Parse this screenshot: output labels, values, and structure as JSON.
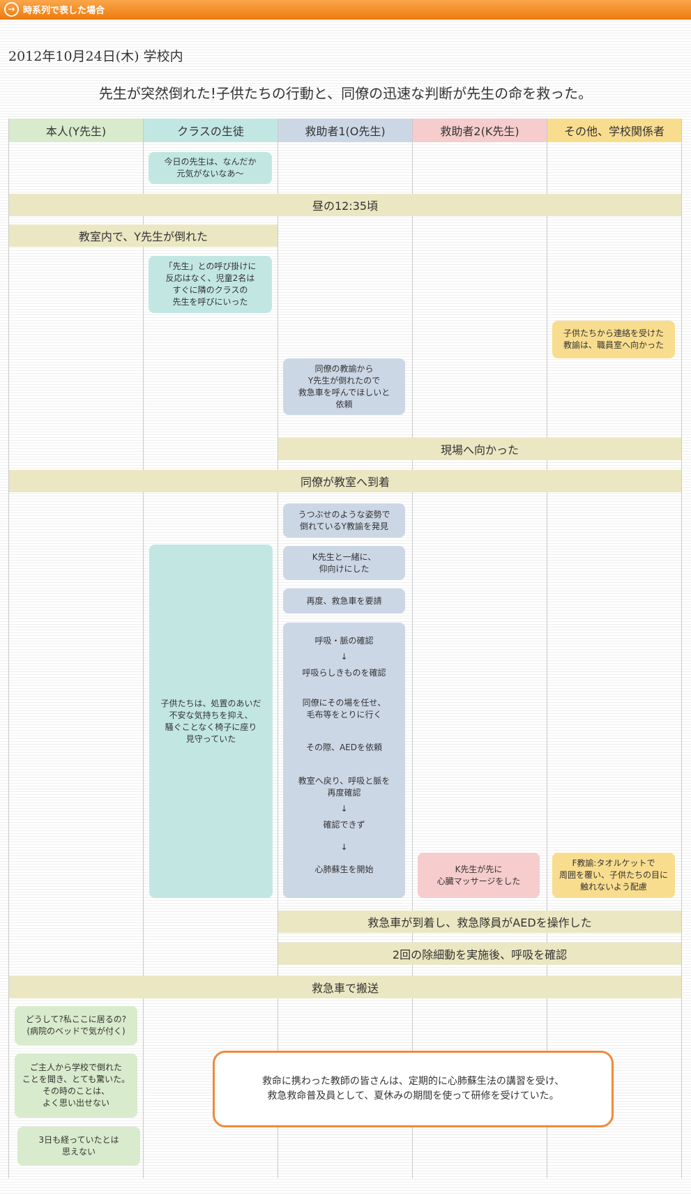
{
  "header": {
    "title": "時系列で表した場合",
    "icon": "arrow-right-circle-icon"
  },
  "date": "2012年10月24日(木) 学校内",
  "headline": "先生が突然倒れた!子供たちの行動と、同僚の迅速な判断が先生の命を救った。",
  "columns": [
    "本人(Y先生)",
    "クラスの生徒",
    "救助者1(O先生)",
    "救助者2(K先生)",
    "その他、学校関係者"
  ],
  "column_colors": [
    "#d8ebcc",
    "#c2e7e3",
    "#ccd7e6",
    "#f6cccd",
    "#f9dd8e"
  ],
  "bands": {
    "noon": "昼の12:35頃",
    "collapse": "教室内で、Y先生が倒れた",
    "to_scene": "現場へ向かった",
    "arrive": "同僚が教室へ到着",
    "ambulance_arrive": "救急車が到着し、救急隊員がAEDを操作した",
    "defib": "2回の除細動を実施後、呼吸を確認",
    "transport": "救急車で搬送"
  },
  "boxes": {
    "students_1": [
      "今日の先生は、なんだか",
      "元気がないなあ〜"
    ],
    "students_2": [
      "「先生」との呼び掛けに",
      "反応はなく、児童2名は",
      "すぐに隣のクラスの",
      "先生を呼びにいった"
    ],
    "staff_1": [
      "子供たちから連絡を受けた",
      "教諭は、職員室へ向かった"
    ],
    "o_1": [
      "同僚の教諭から",
      "Y先生が倒れたので",
      "救急車を呼んでほしいと",
      "依頼"
    ],
    "o_2": [
      "うつぶせのような姿勢で",
      "倒れているY教諭を発見"
    ],
    "o_3": [
      "K先生と一緒に、",
      "仰向けにした"
    ],
    "o_4": [
      "再度、救急車を要請"
    ],
    "o_steps": {
      "s1": "呼吸・脈の確認",
      "arrow1": "↓",
      "s2": "呼吸らしきものを確認",
      "s3a": "同僚にその場を任せ、",
      "s3b": "毛布等をとりに行く",
      "s4": "その際、AEDを依頼",
      "s5a": "教室へ戻り、呼吸と脈を",
      "s5b": "再度確認",
      "arrow2": "↓",
      "s6": "確認できず",
      "arrow3": "↓",
      "s7": "心肺蘇生を開始"
    },
    "students_3": [
      "子供たちは、処置のあいだ",
      "不安な気持ちを抑え、",
      "騒ぐことなく椅子に座り",
      "見守っていた"
    ],
    "k_1": [
      "K先生が先に",
      "心臓マッサージをした"
    ],
    "staff_2": [
      "F教諭:タオルケットで",
      "周囲を覆い、子供たちの目に",
      "触れないよう配慮"
    ],
    "self_1": [
      "どうして?私ここに居るの?",
      "(病院のベッドで気が付く)"
    ],
    "self_2": [
      "ご主人から学校で倒れた",
      "ことを聞き、とても驚いた。",
      "その時のことは、",
      "よく思い出せない"
    ],
    "self_3": [
      "3日も経っていたとは",
      "思えない"
    ]
  },
  "note": [
    "救命に携わった教師の皆さんは、定期的に心肺蘇生法の講習を受け、",
    "救急救命普及員として、夏休みの期間を使って研修を受けていた。"
  ]
}
